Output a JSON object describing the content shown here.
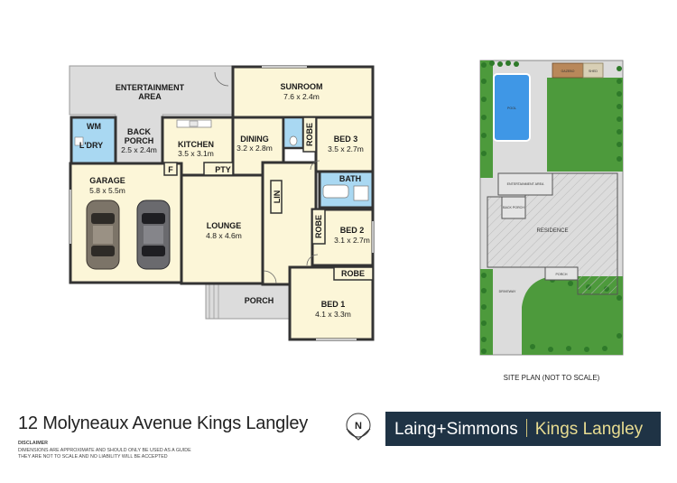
{
  "floorplan": {
    "rooms": [
      {
        "id": "entertainment",
        "name": "ENTERTAINMENT\nAREA",
        "size": ""
      },
      {
        "id": "sunroom",
        "name": "SUNROOM",
        "size": "7.6 x 2.4m"
      },
      {
        "id": "wm",
        "name": "WM",
        "size": ""
      },
      {
        "id": "ldry",
        "name": "L'DRY",
        "size": ""
      },
      {
        "id": "back-porch",
        "name": "BACK\nPORCH",
        "size": "2.5 x 2.4m"
      },
      {
        "id": "kitchen",
        "name": "KITCHEN",
        "size": "3.5 x 3.1m"
      },
      {
        "id": "dining",
        "name": "DINING",
        "size": "3.2 x 2.8m"
      },
      {
        "id": "robe-bed3",
        "name": "ROBE",
        "size": ""
      },
      {
        "id": "bed3",
        "name": "BED 3",
        "size": "3.5 x 2.7m"
      },
      {
        "id": "garage",
        "name": "GARAGE",
        "size": "5.8 x 5.5m"
      },
      {
        "id": "f",
        "name": "F",
        "size": ""
      },
      {
        "id": "pty",
        "name": "PTY",
        "size": ""
      },
      {
        "id": "bath",
        "name": "BATH",
        "size": ""
      },
      {
        "id": "lin",
        "name": "LIN",
        "size": ""
      },
      {
        "id": "lounge",
        "name": "LOUNGE",
        "size": "4.8 x 4.6m"
      },
      {
        "id": "robe-bed2",
        "name": "ROBE",
        "size": ""
      },
      {
        "id": "bed2",
        "name": "BED 2",
        "size": "3.1 x 2.7m"
      },
      {
        "id": "robe-bed1",
        "name": "ROBE",
        "size": ""
      },
      {
        "id": "porch",
        "name": "PORCH",
        "size": ""
      },
      {
        "id": "bed1",
        "name": "BED 1",
        "size": "4.1 x 3.3m"
      }
    ]
  },
  "site_plan": {
    "caption": "SITE PLAN (NOT TO SCALE)",
    "labels": {
      "gazebo": "GAZEBO",
      "shed": "SHED",
      "pool": "POOL",
      "entertainment": "ENTERTAINMENT AREA",
      "back_porch": "BACK PORCH",
      "residence": "RESIDENCE",
      "porch": "PORCH",
      "driveway": "DRIVEWAY"
    }
  },
  "address": "12 Molyneaux Avenue Kings Langley",
  "disclaimer": {
    "title": "DISCLAIMER",
    "line1": "DIMENSIONS ARE APPROXIMATE AND SHOULD ONLY BE USED AS A GUIDE",
    "line2": "THEY ARE NOT TO SCALE AND NO LIABILITY WILL BE ACCEPTED"
  },
  "compass": {
    "label": "N"
  },
  "brand": {
    "name": "Laing+Simmons",
    "location": "Kings Langley"
  },
  "colors": {
    "room_fill": "#fcf6d8",
    "laundry_fill": "#a9d8f2",
    "outdoor_fill": "#dcdcdc",
    "wall": "#333333",
    "grass": "#4d9a3c",
    "pool": "#3f97e6",
    "brand_bg": "#1f3345",
    "brand_accent": "#e8dc91"
  }
}
